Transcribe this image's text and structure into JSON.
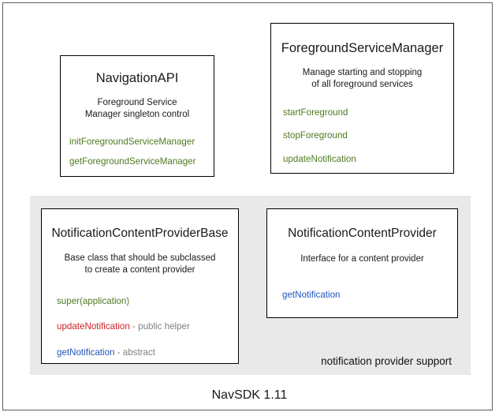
{
  "diagram": {
    "footer_caption": "NavSDK 1.11",
    "colors": {
      "method_green": "#4d7a22",
      "method_red": "#cc2222",
      "method_blue": "#2255bb",
      "note_gray": "#808080",
      "panel_gray": "#e9e9e9",
      "box_border": "#000000",
      "frame_border": "#5e5e5e"
    }
  },
  "group_panel": {
    "label": "notification provider support"
  },
  "boxes": {
    "navigation_api": {
      "title": "NavigationAPI",
      "description_line1": "Foreground Service",
      "description_line2": "Manager singleton control",
      "members": [
        {
          "name": "initForegroundServiceManager",
          "color": "green",
          "note": ""
        },
        {
          "name": "getForegroundServiceManager",
          "color": "green",
          "note": ""
        }
      ]
    },
    "foreground_service_manager": {
      "title": "ForegroundServiceManager",
      "description_line1": "Manage starting and stopping",
      "description_line2": "of all foreground services",
      "members": [
        {
          "name": "startForeground",
          "color": "green",
          "note": ""
        },
        {
          "name": "stopForeground",
          "color": "green",
          "note": ""
        },
        {
          "name": "updateNotification",
          "color": "green",
          "note": ""
        }
      ]
    },
    "notification_content_provider_base": {
      "title": "NotificationContentProviderBase",
      "description_line1": "Base class that should be subclassed",
      "description_line2": "to create a content provider",
      "members": [
        {
          "name": "super(application)",
          "color": "green",
          "note": ""
        },
        {
          "name": "updateNotification",
          "color": "red",
          "note": " - public helper"
        },
        {
          "name": "getNotification",
          "color": "blue",
          "note": " - abstract"
        }
      ]
    },
    "notification_content_provider": {
      "title": "NotificationContentProvider",
      "description_line1": "Interface for a content provider",
      "description_line2": "",
      "members": [
        {
          "name": "getNotification",
          "color": "blue",
          "note": ""
        }
      ]
    }
  }
}
